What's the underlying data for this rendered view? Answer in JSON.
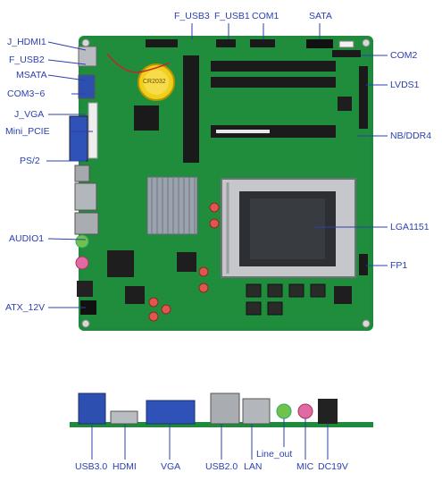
{
  "title": "",
  "colors": {
    "pcb": "#1f8a3b",
    "pcb_dark": "#146a2a",
    "label": "#2b3fb0",
    "leader": "#2b3fb0",
    "socket": "#2c2f33",
    "heatsink": "#9aa3ad",
    "battery": "#f2cf1a",
    "usb3": "#2d4fb0",
    "vga": "#2f52b8",
    "audio_green": "#6fc24a",
    "audio_pink": "#e06aa6"
  },
  "top_labels": [
    {
      "id": "f_usb3",
      "text": "F_USB3"
    },
    {
      "id": "f_usb1",
      "text": "F_USB1"
    },
    {
      "id": "com1",
      "text": "COM1"
    },
    {
      "id": "sata",
      "text": "SATA"
    }
  ],
  "left_labels": [
    {
      "id": "j_hdmi1",
      "text": "J_HDMI1"
    },
    {
      "id": "f_usb2",
      "text": "F_USB2"
    },
    {
      "id": "msata",
      "text": "MSATA"
    },
    {
      "id": "com3_6",
      "text": "COM3~6"
    },
    {
      "id": "j_vga",
      "text": "J_VGA"
    },
    {
      "id": "mini_pcie",
      "text": "Mini_PCIE"
    },
    {
      "id": "ps2",
      "text": "PS/2"
    },
    {
      "id": "audio1",
      "text": "AUDIO1"
    },
    {
      "id": "atx_12v",
      "text": "ATX_12V"
    }
  ],
  "right_labels": [
    {
      "id": "com2",
      "text": "COM2"
    },
    {
      "id": "lvds1",
      "text": "LVDS1"
    },
    {
      "id": "nb_ddr4",
      "text": "NB/DDR4"
    },
    {
      "id": "lga1151",
      "text": "LGA1151"
    },
    {
      "id": "fp1",
      "text": "FP1"
    }
  ],
  "bottom_labels": [
    {
      "id": "usb30",
      "text": "USB3.0"
    },
    {
      "id": "hdmi",
      "text": "HDMI"
    },
    {
      "id": "vga",
      "text": "VGA"
    },
    {
      "id": "usb20",
      "text": "USB2.0"
    },
    {
      "id": "lan",
      "text": "LAN"
    },
    {
      "id": "line_out",
      "text": "Line_out"
    },
    {
      "id": "mic",
      "text": "MIC"
    },
    {
      "id": "dc19v",
      "text": "DC19V"
    }
  ],
  "board_text": {
    "battery_marking": "CR2032"
  }
}
